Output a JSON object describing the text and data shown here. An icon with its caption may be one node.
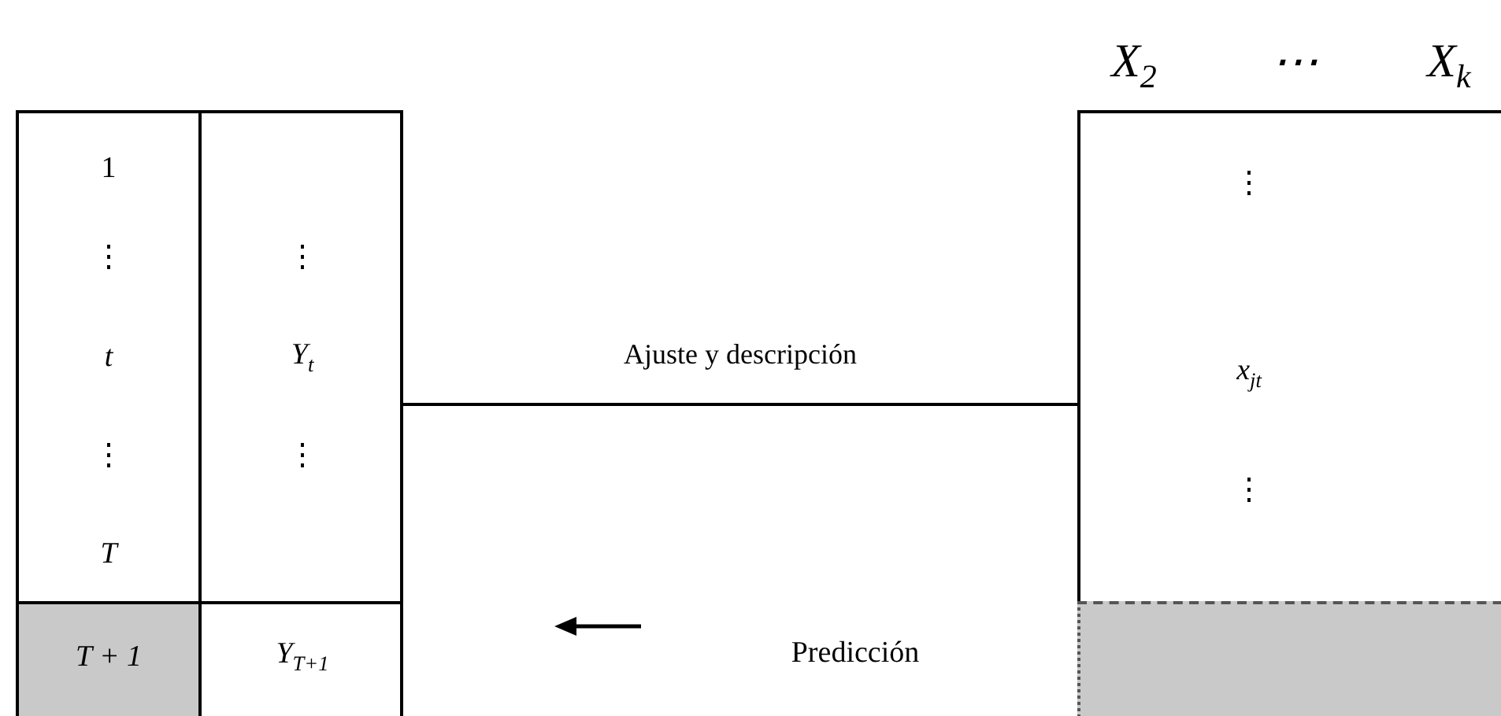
{
  "diagram": {
    "nodes": [
      {
        "text": [],
        "shape": "box"
      },
      {
        "text": [
          "⋮",
          "x$_{jt}$",
          "⋮"
        ],
        "beside": [
          "X$_{2}$",
          "⋯",
          "X$_{k}$"
        ]
      },
      {
        "text": [],
        "shape": "box"
      }
    ],
    "edges": [
      {
        "from": 0,
        "to": 1,
        "arrow": "none",
        "label": "Ajuste y descripción"
      }
    ],
    "labels": [
      "1",
      "⋮",
      "⋮",
      "t",
      "Y$_{t}$",
      "⋮",
      "⋮",
      "T",
      "T + 1",
      "Y$_{T+1}$",
      "Predicción"
    ]
  }
}
